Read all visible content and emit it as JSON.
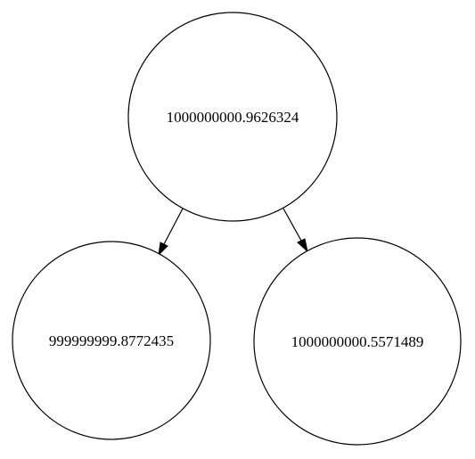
{
  "nodes": {
    "root": {
      "label": "1000000000.9626324"
    },
    "left": {
      "label": "999999999.8772435"
    },
    "right": {
      "label": "1000000000.5571489"
    }
  },
  "edges": [
    {
      "from": "root",
      "to": "left"
    },
    {
      "from": "root",
      "to": "right"
    }
  ]
}
